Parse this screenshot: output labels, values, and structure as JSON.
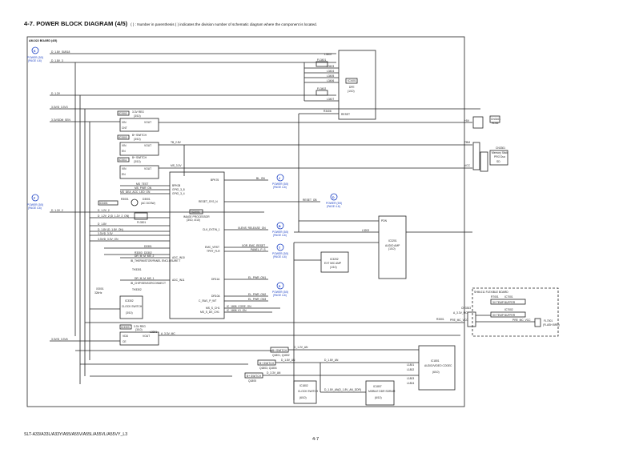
{
  "header": {
    "title": "4-7.  POWER BLOCK DIAGRAM (4/5)",
    "note": "( ) : Number in parenthesis ( ) indicates the division number of schematic diagram where the component is located."
  },
  "board": {
    "name": "AM-022 BOARD (4/5)"
  },
  "connectors_in": [
    {
      "letter": "K",
      "label": "POWER (3/5)",
      "page": "(PAGE 4-6)"
    },
    {
      "letter": "F",
      "label": "POWER (3/5)",
      "page": "(PAGE 4-6)"
    }
  ],
  "left_nets": [
    "D_1.8V_SUB18",
    "D_1.8V_3",
    "D_1.2V",
    "3.3V/D_3.3V3",
    "3.3V/DDM_SEN",
    "D_1.2V_2",
    "3.3V/D_3.3V6"
  ],
  "dfe": {
    "ref": "IC3401",
    "name": "DFE",
    "loc": "(1/10)",
    "pin_reset": "RESET",
    "coils": [
      "L3402",
      "FL3401",
      "L3403",
      "L3404",
      "L3405",
      "L3406",
      "FL3402",
      "L3407"
    ],
    "r_reset": "R3406"
  },
  "regulators": [
    {
      "ref": "IC3302",
      "name": "3.3V REG",
      "loc": "(3/10)",
      "pins": [
        "VIN",
        "VOUT",
        "CNT"
      ]
    },
    {
      "ref": "IC3303",
      "name": "B+ SWITCH",
      "loc": "(3/10)",
      "pins": [
        "VIN",
        "VOUT",
        "EN"
      ]
    },
    {
      "ref": "IC3311",
      "name": "B+ SWITCH",
      "loc": "(3/10)",
      "pins": [
        "VIN",
        "VOUT",
        "EN"
      ]
    }
  ],
  "rails": [
    "TB_2.8V",
    "MS_3.3V"
  ],
  "bep": {
    "ref": "IC3001",
    "name": "IMAGE PROCESSOR",
    "loc": "(3/10, 4/10)",
    "left_pins": [
      "BPK08",
      "GPIO_3_8",
      "GPIO_3_4",
      "ADC_IN10",
      "ADC_IN11"
    ],
    "right_pins": [
      "BPK76",
      "RESET_SYS_N",
      "CLK_EXTIN_1",
      "EMC_VRST",
      "TPRT_FLR",
      "DR11A",
      "DR10A",
      "C_SW1_P_WT",
      "MS_S_CH1",
      "MS_S_DE_CH1"
    ],
    "left_nets": [
      "MS_TEST",
      "MS_PWR_ON",
      "MS_DEA_ACC_LED_ON",
      "DR_M_M_MS_2",
      "DR_M_M_MS_1"
    ],
    "right_nets": [
      "BL_ON",
      "RESET_OB",
      "XLENS_RELEASE_ON",
      "XOR_EMC_RESET",
      "PANEL_P_S",
      "EL_PWR_ON1",
      "EL_PWR_ON2",
      "EL_PWR_ON3",
      "IC_1808_CORE_ON",
      "IC_1808_IO_ON"
    ]
  },
  "led": {
    "ref": "D3001",
    "name": "(AC DCSW)",
    "driver": "IC3401",
    "r": "R3001"
  },
  "lower_left_nets": [
    "D_1.2V_2",
    "D_1.2V_2 (D_1.2V_2_ON)",
    "D_1.8V",
    "D_1.8V (D_1.8V_ON)",
    "3.3V/D_3.3V",
    "3.3V/D_3.3V_ON"
  ],
  "fl3301": "FL3301",
  "diodes_left": [
    "D3301",
    "D3302",
    "R3303"
  ],
  "thermistors": [
    {
      "ref": "TH3301",
      "name": "IB_THERMISTOR/PANEL ENCLOSURE T"
    },
    {
      "ref": "TH3302",
      "name": "IB_CHIP/SENSORCONNECT"
    }
  ],
  "xtal": {
    "ref": "X3001",
    "freq": "32kHz"
  },
  "clock_switch": {
    "ref": "IC3302",
    "name": "CLOCK SWITCH",
    "loc": "(3/10)"
  },
  "reg_lower": {
    "ref": "IC3303",
    "name": "3.3V REG",
    "loc": "(3/10)",
    "pins": [
      "VDD",
      "VOUT",
      "CE"
    ],
    "coil": "L3301",
    "out_net": "A_3.3V_MC"
  },
  "out_connectors": [
    {
      "letter": "J",
      "label": "POWER (3/5)",
      "page": "(PAGE 4-6)",
      "net": "BL_ON"
    },
    {
      "letter": "D",
      "label": "POWER (3/5)",
      "page": "(PAGE 4-6)",
      "net": "RESET_OB"
    },
    {
      "letter": "B",
      "label": "POWER (3/5)",
      "page": "(PAGE 4-6)",
      "net": "XLENS_RELEASE_ON"
    },
    {
      "letter": "T",
      "label": "POWER (3/5)",
      "page": "(PAGE 4-6)",
      "net": "XOR_EMC_RESET"
    },
    {
      "letter": "S",
      "label": "POWER (3/5)",
      "page": "(PAGE 4-6)",
      "net": "EL_PWR_ON"
    }
  ],
  "audio_amp": {
    "ref": "IC3201",
    "name": "AUDIO AMP",
    "loc": "(1/10)",
    "pin": "PDN",
    "coil": "L3202"
  },
  "ext_mic_amp": {
    "ref": "IC3202",
    "name": "EXT MIC AMP",
    "loc": "(1/10)"
  },
  "hdmi": {
    "ref": "CN3101",
    "name": "HDMI",
    "net": "+5V"
  },
  "memstick": {
    "ref": "CN3301",
    "name1": "Memory Stick",
    "name2": "PRO Duo",
    "name3": "SD",
    "nets": [
      "TBM",
      "VCC"
    ]
  },
  "flexible": {
    "board": "SHM-011 FLEXIBLE BOARD",
    "connector": "CN3303",
    "net_in": "A_3.3V_MC",
    "net_flash": "PRE_MC_VCC",
    "buffers": [
      {
        "ref": "IC7001",
        "name": "3V TEMP BUFFER"
      },
      {
        "ref": "IC7002",
        "name": "3V TEMP BUFFER"
      }
    ],
    "r": "R7001",
    "flash": {
      "ref": "FL7001",
      "name": "(FLASH BRD)"
    },
    "r_left": "R3301"
  },
  "switches": [
    {
      "label": "B+ SWITCH",
      "refs": "Q1801, Q1802",
      "net": "D_1.2V_AN"
    },
    {
      "label": "B+ SWITCH",
      "refs": "Q1803, Q1804",
      "net": "D_1.8V_AN"
    },
    {
      "label": "B+ SWITCH",
      "refs": "Q1805",
      "net": "D_3.3V_AN"
    }
  ],
  "av_codec": {
    "ref": "IC1801",
    "name": "AUDIO/VIDEO CODEC",
    "loc": "(6/10)",
    "coils": [
      "L1801",
      "L1802",
      "L1803",
      "L1804"
    ]
  },
  "clock_switch2": {
    "ref": "IC1802",
    "name": "CLOCK SWITCH",
    "loc": "(6/10)"
  },
  "mobile_ddr": {
    "ref": "IC1807",
    "name": "MOBILE DDR SDRAM",
    "loc": "(6/10)"
  },
  "mid_nets": [
    "D_1.8V_AN",
    "D_1.8V_AN(D_1.8V_AN_DDR)"
  ],
  "footer": {
    "model": "SLT-A33/A33L/A33Y/A55/A55V/A55L/A55VL/A55VY_L3",
    "page": "4-7"
  }
}
